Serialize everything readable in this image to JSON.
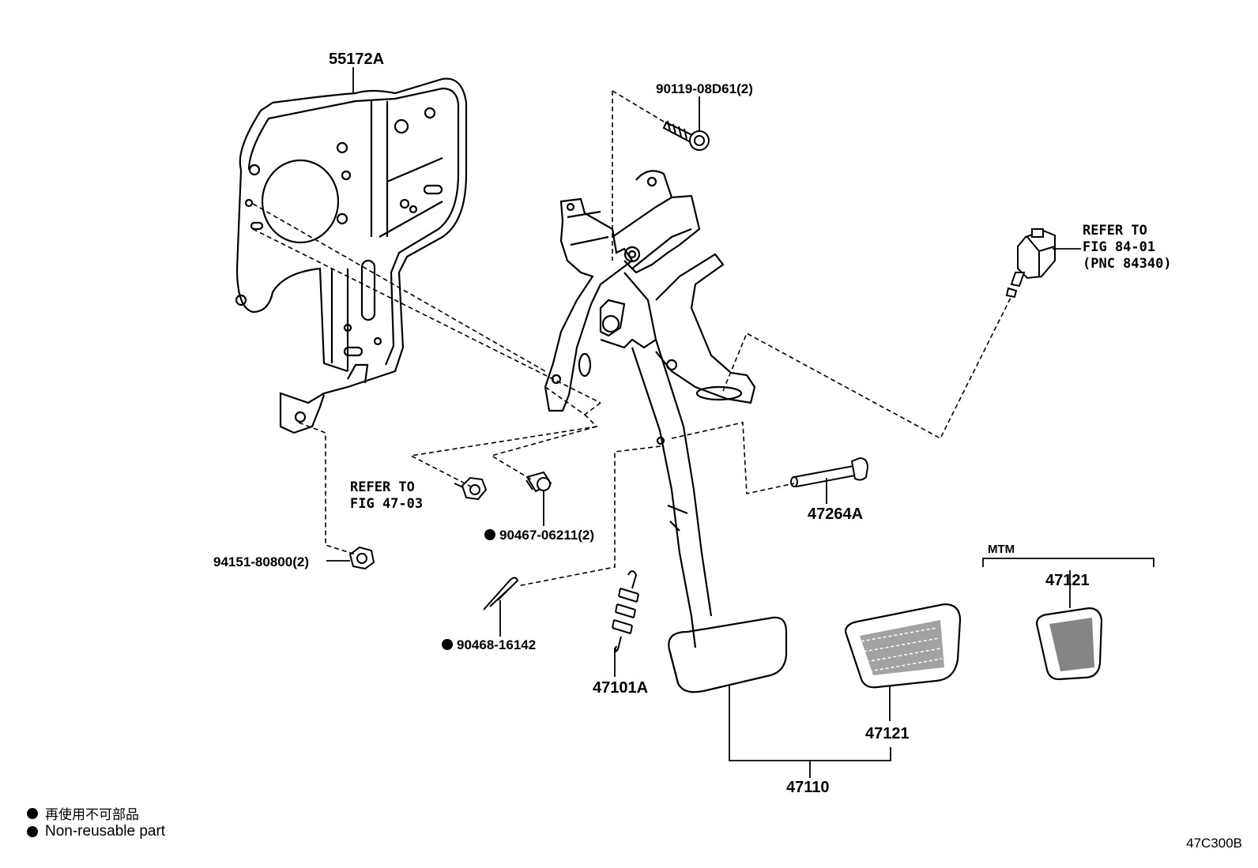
{
  "labels": {
    "bracket": "55172A",
    "bolt": "90119-08D61(2)",
    "refer_switch_1": "REFER TO",
    "refer_switch_2": "FIG 84-01",
    "refer_switch_3": "(PNC 84340)",
    "refer_nut_1": "REFER TO",
    "refer_nut_2": "FIG 47-03",
    "nut": "94151-80800(2)",
    "bushing": "90467-06211(2)",
    "clip": "90468-16142",
    "spring": "47101A",
    "pin": "47264A",
    "pedal_pad": "47121",
    "pedal_assy": "47110",
    "mtm_group": "MTM",
    "mtm_pad": "47121"
  },
  "legend": {
    "japanese": "再使用不可部品",
    "english": "Non-reusable part"
  },
  "figure_code": "47C300B"
}
